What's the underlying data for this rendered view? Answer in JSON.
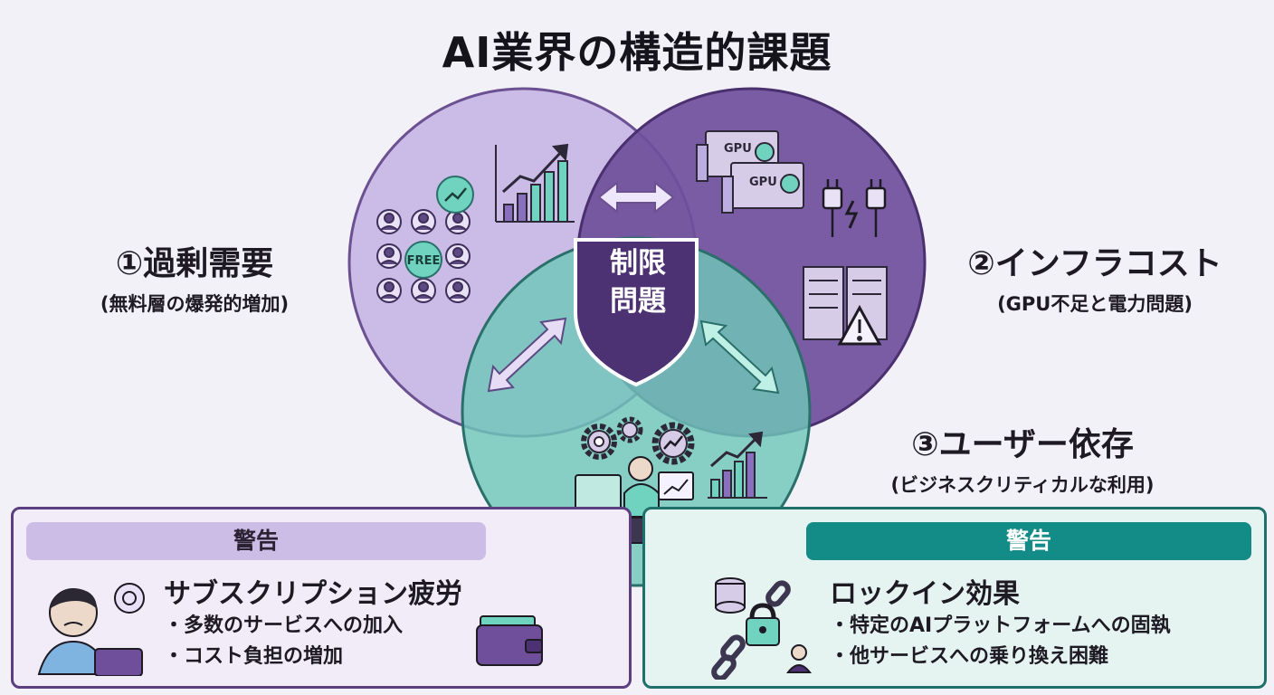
{
  "title": "AI業界の構造的課題",
  "center": {
    "line1": "制限",
    "line2": "問題"
  },
  "circles": [
    {
      "heading": "①過剰需要",
      "sub": "(無料層の爆発的増加)",
      "badge": "FREE"
    },
    {
      "heading": "②インフラコスト",
      "sub": "(GPU不足と電力問題)",
      "chip_label": "GPU"
    },
    {
      "heading": "③ユーザー依存",
      "sub": "(ビジネスクリティカルな利用)"
    }
  ],
  "warnings": [
    {
      "bar": "警告",
      "heading": "サブスクリプション疲労",
      "bullets": [
        "多数のサービスへの加入",
        "コスト負担の増加"
      ]
    },
    {
      "bar": "警告",
      "heading": "ロックイン効果",
      "bullets": [
        "特定のAIプラットフォームへの固執",
        "他サービスへの乗り換え困難"
      ]
    }
  ],
  "colors": {
    "circle1": "#c8b8e6",
    "circle2": "#6f4f9b",
    "circle3": "#6fc7b9",
    "accent_teal": "#138b86",
    "accent_purple": "#5b3f7e"
  },
  "icons": [
    "people-grid-icon",
    "growth-chart-icon",
    "gpu-card-icon",
    "plug-icon",
    "server-warning-icon",
    "double-arrow-icon",
    "gear-icon",
    "worker-desk-icon",
    "sad-user-icon",
    "wallet-icon",
    "database-icon",
    "chain-lock-icon"
  ]
}
